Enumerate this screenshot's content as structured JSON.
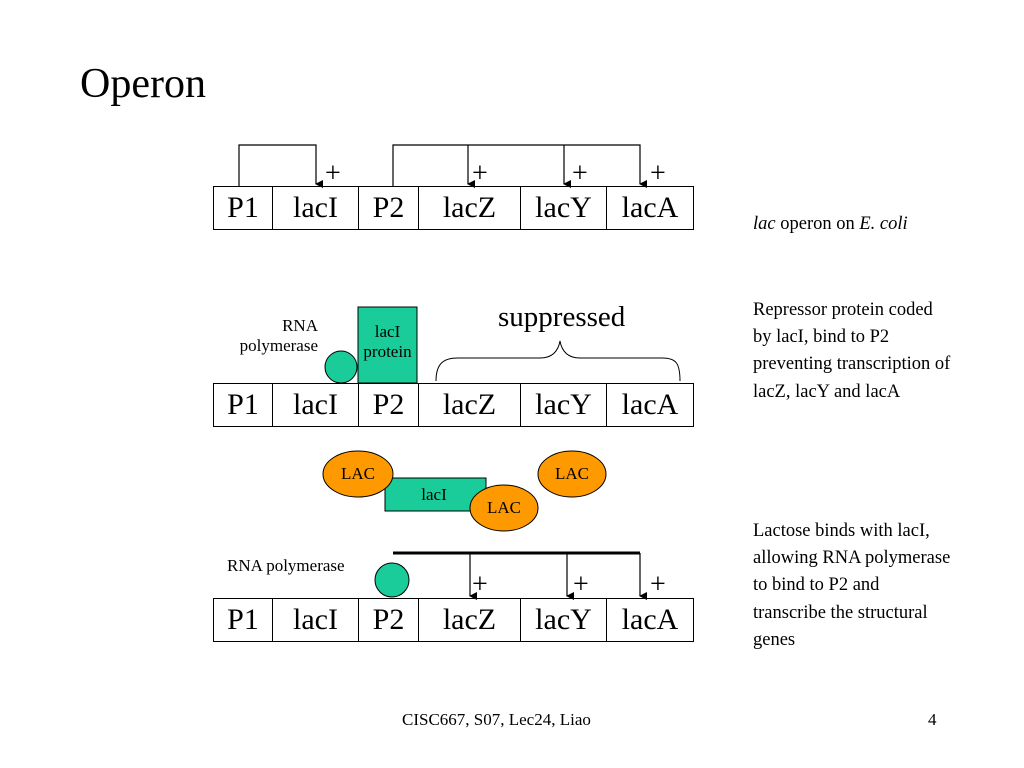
{
  "slide": {
    "title": "Operon",
    "footer": "CISC667, S07, Lec24, Liao",
    "page_number": "4"
  },
  "genes": [
    "P1",
    "lacI",
    "P2",
    "lacZ",
    "lacY",
    "lacA"
  ],
  "diagram1": {
    "plus_signs": [
      "+",
      "+",
      "+",
      "+"
    ],
    "caption_italic_1": "lac",
    "caption_mid": " operon on ",
    "caption_italic_2": "E. coli"
  },
  "diagram2": {
    "rna_polymerase_label": "RNA\npolymerase",
    "laci_protein_label": "lacI\nprotein",
    "suppressed_label": "suppressed",
    "description": "Repressor protein coded by lacI, bind to P2 preventing transcription of lacZ, lacY and lacA",
    "colors": {
      "repressor": "#19cc99",
      "polymerase": "#19cc99"
    }
  },
  "lactose": {
    "lac_labels": [
      "LAC",
      "LAC",
      "LAC"
    ],
    "laci_label": "lacI",
    "colors": {
      "lac": "#ff9900",
      "laci": "#19cc99"
    }
  },
  "diagram3": {
    "rna_polymerase_label": "RNA polymerase",
    "plus_signs": [
      "+",
      "+",
      "+"
    ],
    "description": "Lactose binds with lacI, allowing RNA polymerase to bind to P2 and transcribe the structural genes"
  }
}
